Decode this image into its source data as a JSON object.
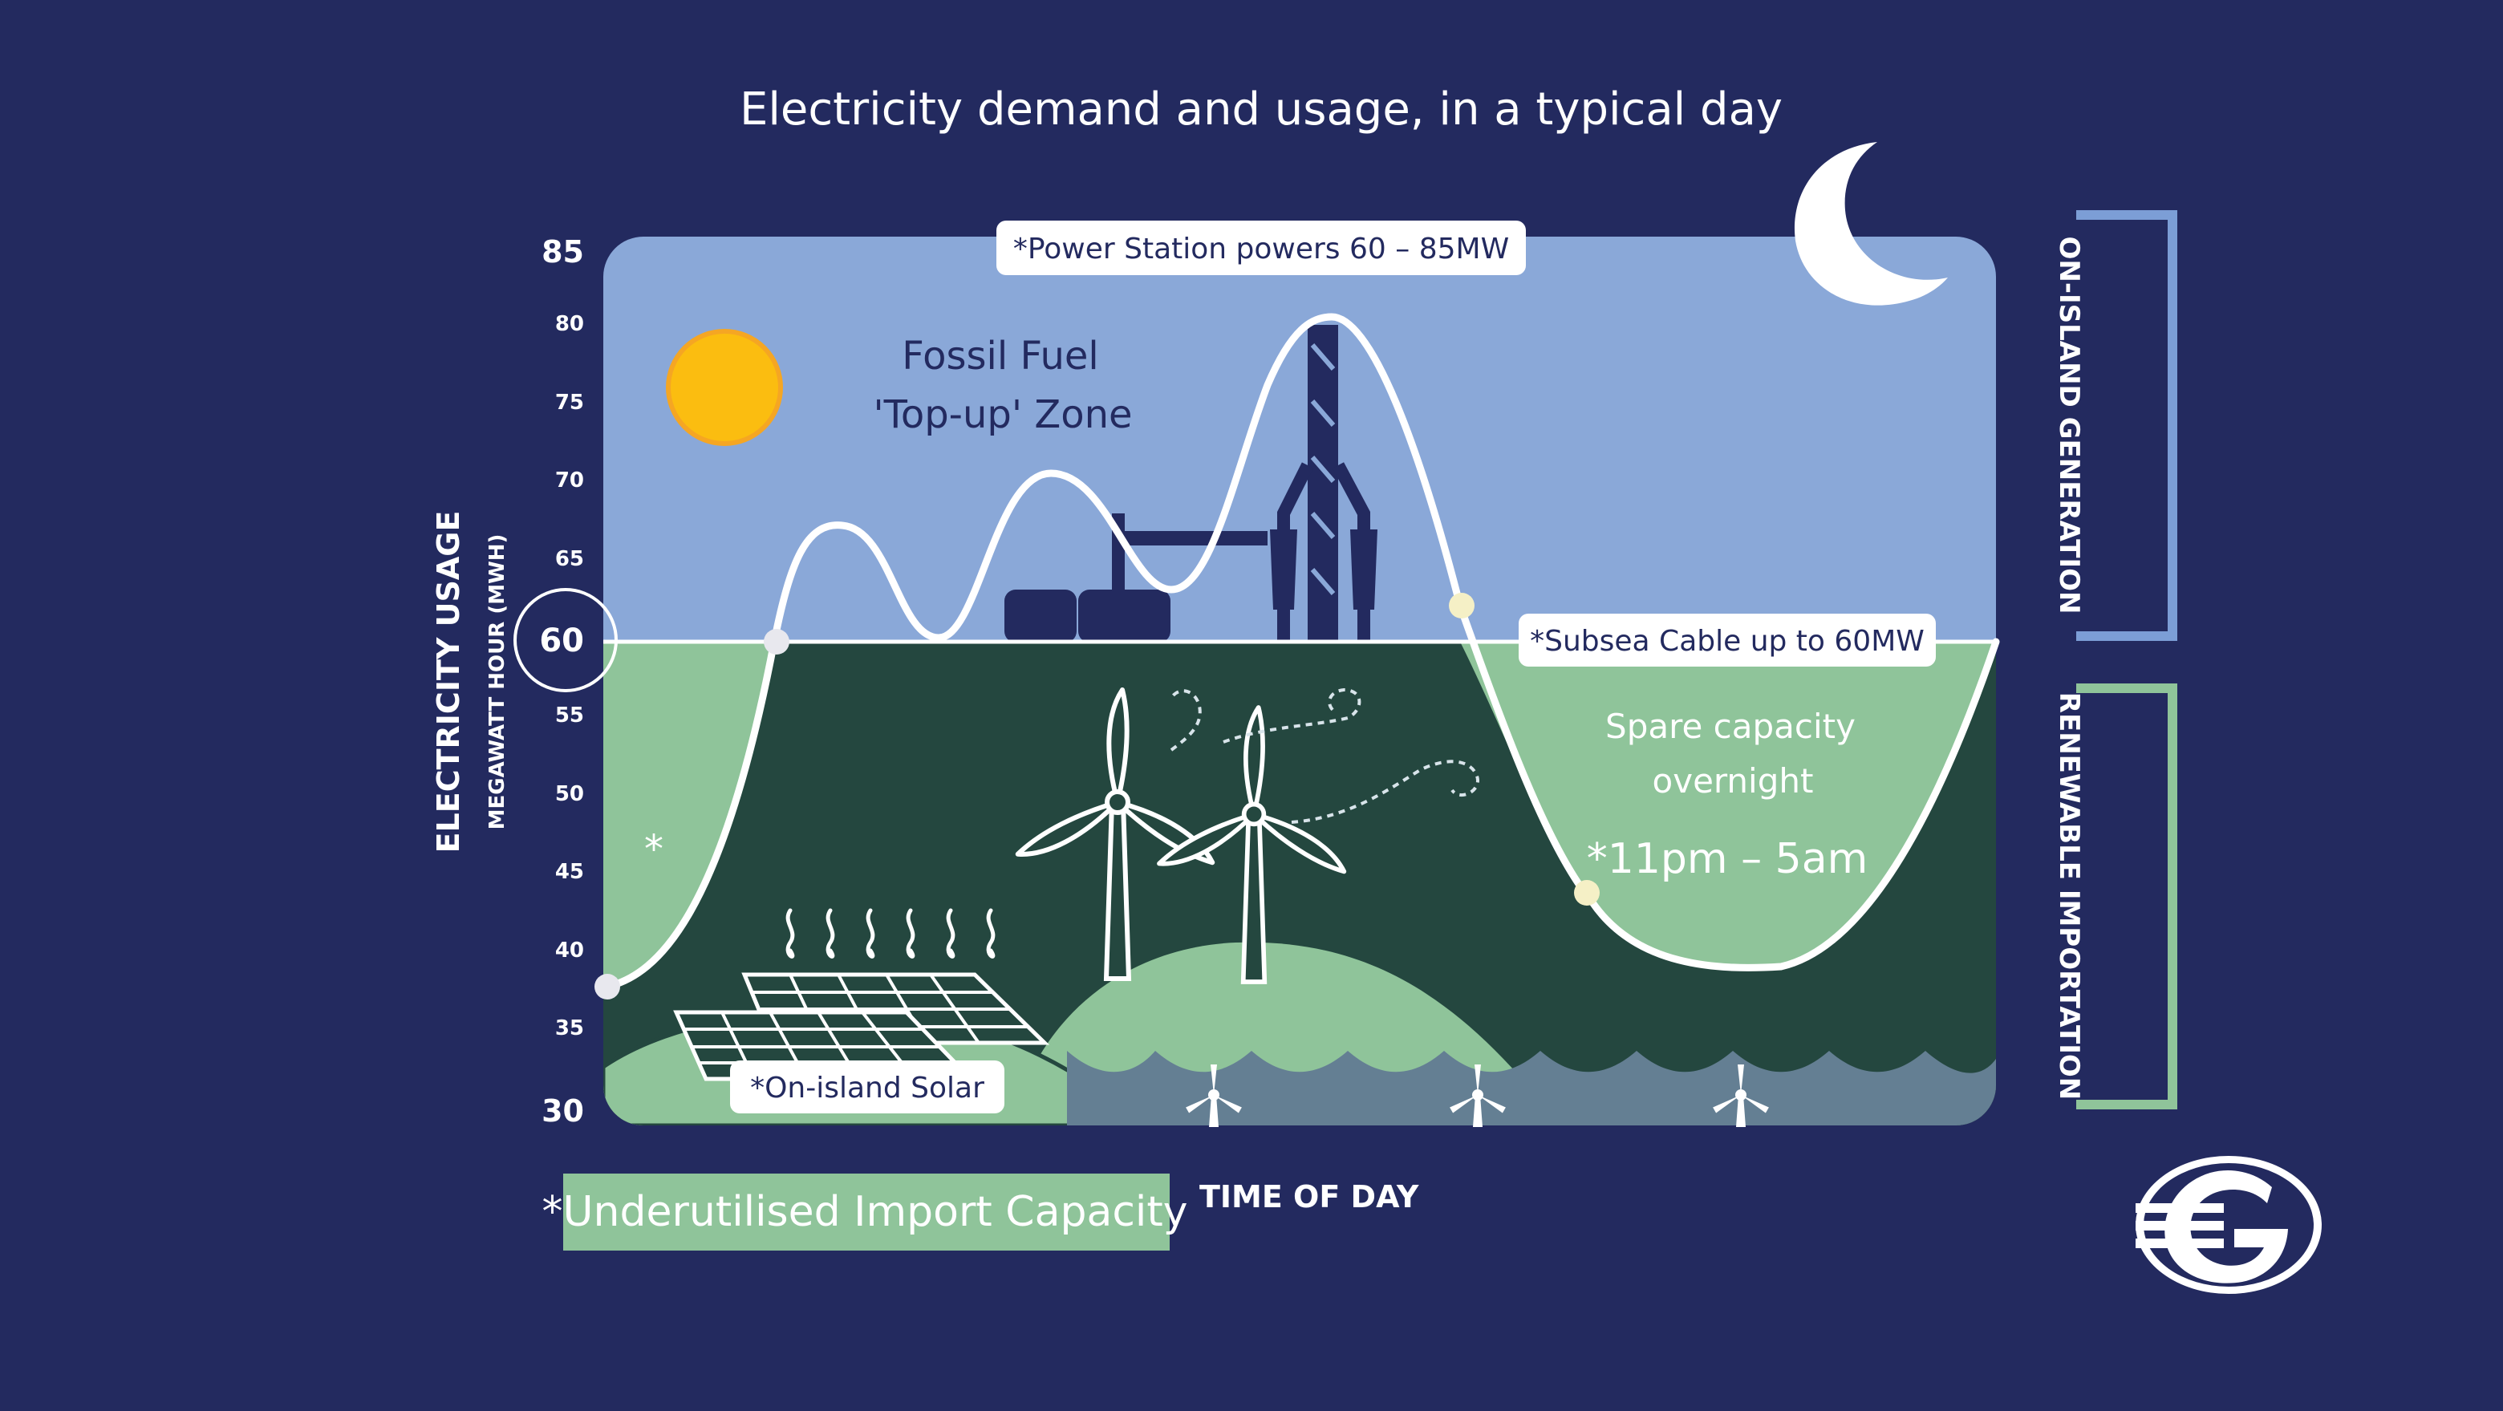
{
  "title": "Electricity demand and usage, in a typical day",
  "y_axis": {
    "label": "ELECTRICITY USAGE",
    "sublabel": "MEGAWATT HOUR (MWH)",
    "ticks": [
      "85",
      "80",
      "75",
      "70",
      "65",
      "60",
      "55",
      "50",
      "45",
      "40",
      "35",
      "30"
    ]
  },
  "x_axis": {
    "label": "TIME OF DAY"
  },
  "zones": {
    "fossil": "Fossil Fuel",
    "fossil_line2": "'Top-up' Zone",
    "power_station": "*Power Station powers 60 – 85MW",
    "subsea": "*Subsea Cable up to 60MW",
    "spare": "Spare capacity",
    "spare_line2": "overnight",
    "spare_time": "*11pm – 5am",
    "solar": "*On-island Solar",
    "asterisk": "*"
  },
  "side": {
    "on_island": "ON-ISLAND GENERATION",
    "renewable": "RENEWABLE IMPORTATION"
  },
  "legend": {
    "underutilised": "*Underutilised Import Capacity"
  },
  "colors": {
    "background": "#232a5f",
    "sky": "#8aa8d8",
    "ground_light": "#8fc49a",
    "ground_dark": "#24473f",
    "water": "#647f93",
    "sun": "#fbbd10",
    "bracket_top": "#7c9ed6",
    "bracket_bottom": "#8fc49a"
  },
  "icons": {
    "sun": "sun-icon",
    "moon": "moon-icon",
    "power_station": "power-station-icon",
    "wind_turbine": "wind-turbine-icon",
    "solar_panel": "solar-panel-icon",
    "tidal_turbine": "tidal-turbine-icon",
    "logo": "company-logo-icon"
  }
}
